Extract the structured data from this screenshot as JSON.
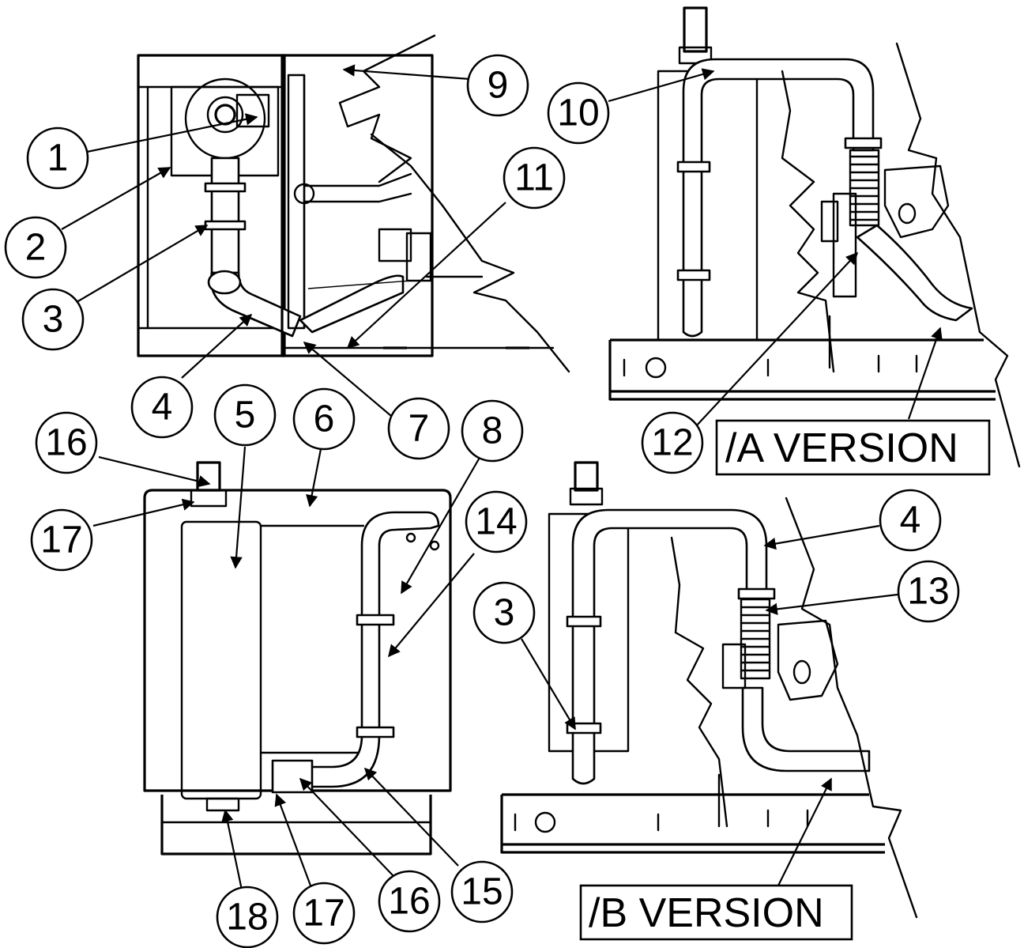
{
  "callouts": [
    {
      "id": "c1",
      "label": "1"
    },
    {
      "id": "c2",
      "label": "2"
    },
    {
      "id": "c3a",
      "label": "3"
    },
    {
      "id": "c4a",
      "label": "4"
    },
    {
      "id": "c7",
      "label": "7"
    },
    {
      "id": "c9",
      "label": "9"
    },
    {
      "id": "c11",
      "label": "11"
    },
    {
      "id": "c10",
      "label": "10"
    },
    {
      "id": "c12",
      "label": "12"
    },
    {
      "id": "c16a",
      "label": "16"
    },
    {
      "id": "c5",
      "label": "5"
    },
    {
      "id": "c6",
      "label": "6"
    },
    {
      "id": "c8",
      "label": "8"
    },
    {
      "id": "c14",
      "label": "14"
    },
    {
      "id": "c17a",
      "label": "17"
    },
    {
      "id": "c18",
      "label": "18"
    },
    {
      "id": "c17b",
      "label": "17"
    },
    {
      "id": "c16b",
      "label": "16"
    },
    {
      "id": "c15",
      "label": "15"
    },
    {
      "id": "c3b",
      "label": "3"
    },
    {
      "id": "c4b",
      "label": "4"
    },
    {
      "id": "c13",
      "label": "13"
    }
  ],
  "version_labels": {
    "a": "/A VERSION",
    "b": "/B VERSION"
  }
}
